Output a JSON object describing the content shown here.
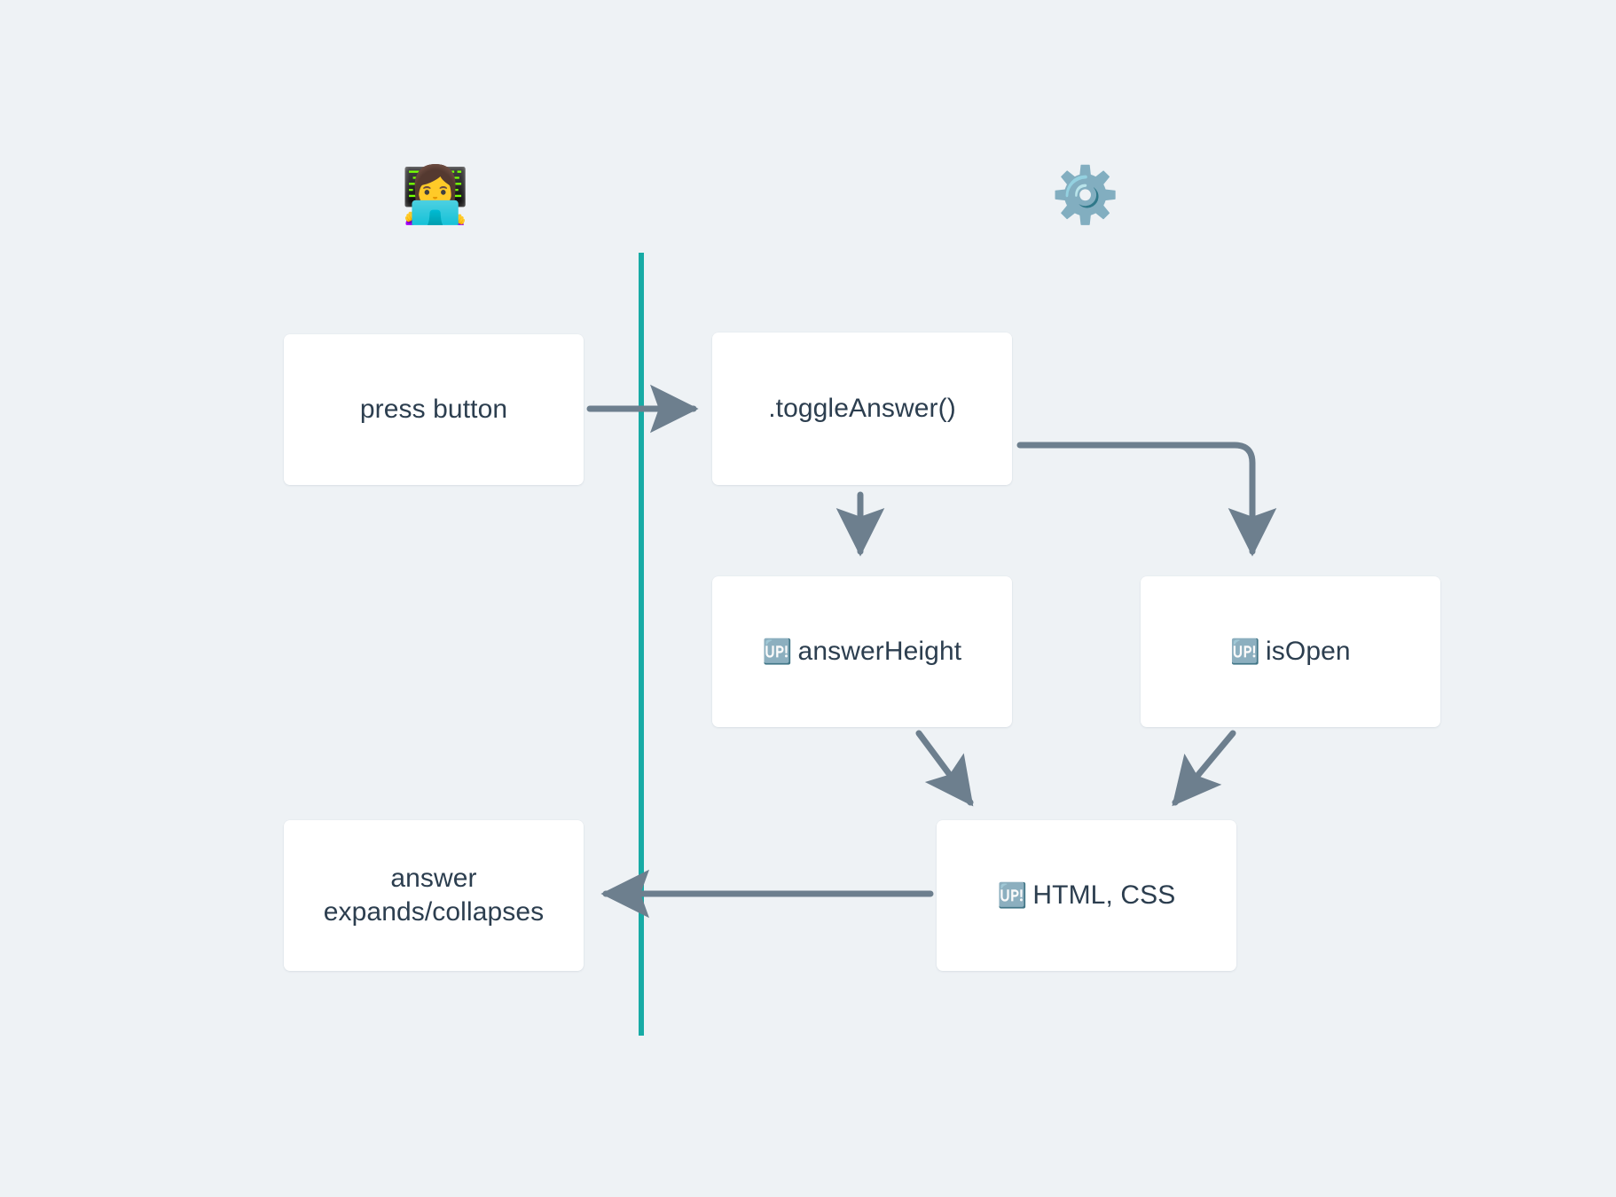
{
  "diagram": {
    "title": "toggleAnswer interaction flow",
    "background_color": "#eef2f5",
    "divider_color": "#17aba5",
    "arrow_color": "#6d7f8e",
    "node_fill": "#ffffff",
    "text_color": "#2c3e4f"
  },
  "actors": [
    {
      "id": "user",
      "icon": "woman-technologist-emoji",
      "glyph": "👩‍💻"
    },
    {
      "id": "system",
      "icon": "gear-emoji",
      "glyph": "⚙️"
    }
  ],
  "badge": {
    "icon": "up-button-emoji",
    "glyph": "🆙"
  },
  "nodes": [
    {
      "id": "press-button",
      "label": "press button",
      "badge": false
    },
    {
      "id": "toggle-answer",
      "label": ".toggleAnswer()",
      "badge": false
    },
    {
      "id": "answer-height",
      "label": "answerHeight",
      "badge": true
    },
    {
      "id": "is-open",
      "label": "isOpen",
      "badge": true
    },
    {
      "id": "html-css",
      "label": "HTML, CSS",
      "badge": true
    },
    {
      "id": "answer-expands",
      "label": "answer\nexpands/collapses",
      "badge": false
    }
  ],
  "edges": [
    {
      "id": "press-to-toggle",
      "from": "press-button",
      "to": "toggle-answer",
      "style": "straight-horizontal"
    },
    {
      "id": "toggle-to-height",
      "from": "toggle-answer",
      "to": "answer-height",
      "style": "straight-vertical"
    },
    {
      "id": "toggle-to-isopen",
      "from": "toggle-answer",
      "to": "is-open",
      "style": "elbow"
    },
    {
      "id": "height-to-htmlcss",
      "from": "answer-height",
      "to": "html-css",
      "style": "diagonal"
    },
    {
      "id": "isopen-to-htmlcss",
      "from": "is-open",
      "to": "html-css",
      "style": "diagonal"
    },
    {
      "id": "htmlcss-to-answer",
      "from": "html-css",
      "to": "answer-expands",
      "style": "straight-horizontal-left"
    }
  ],
  "divider": {
    "id": "lifeline-divider",
    "orientation": "vertical"
  }
}
